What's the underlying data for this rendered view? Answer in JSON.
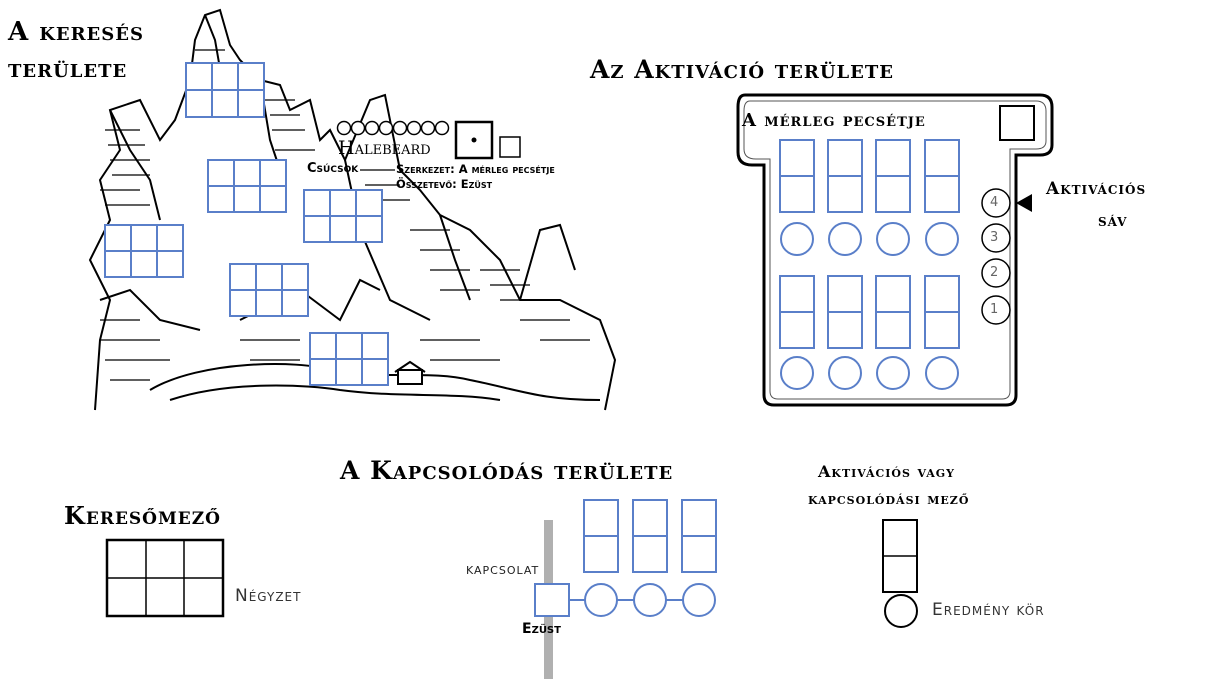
{
  "search_area": {
    "title_line1": "A keresés",
    "title_line2": "területe",
    "location_name": "Halebeard",
    "location_subtitle": "Csúcsok",
    "structure_text": "Szerkezet: A mérleg pecsétje",
    "component_text": "Összetevő: Ezüst"
  },
  "activation_area": {
    "title": "Az Aktiváció területe",
    "construct_name": "A mérleg pecsétje",
    "track_label_line1": "Aktivációs",
    "track_label_line2": "sáv",
    "track_numbers": [
      "4",
      "3",
      "2",
      "1"
    ]
  },
  "connection_area": {
    "title": "A Kapcsolódás területe",
    "link_label": "kapcsolat",
    "silver_label": "Ezüst"
  },
  "legend": {
    "search_box_title": "Keresőmező",
    "square_label": "Négyzet",
    "slot_title_line1": "Aktivációs vagy",
    "slot_title_line2": "kapcsolódási mező",
    "result_circle_label": "Eredmény kör"
  },
  "colors": {
    "box_blue": "#5a7fc9",
    "ink": "#000000",
    "track_grey": "#b0b0b0"
  }
}
